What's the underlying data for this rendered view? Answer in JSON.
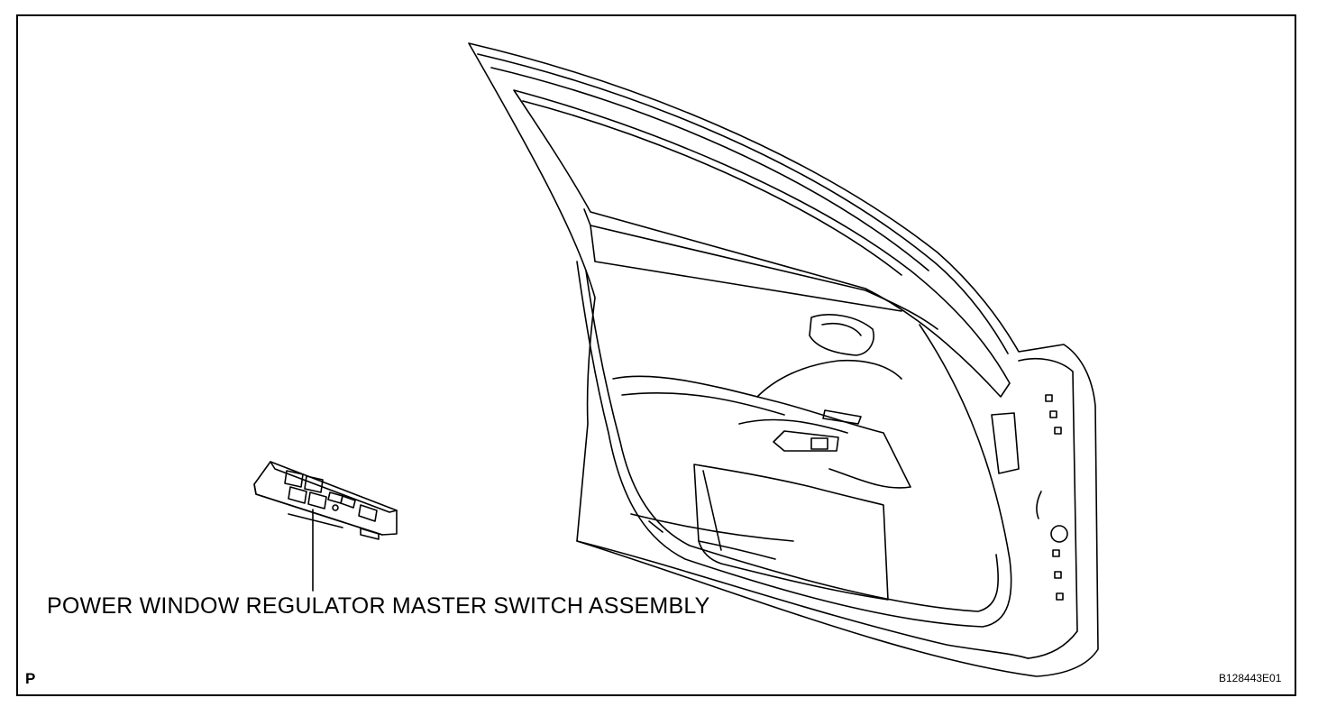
{
  "figure": {
    "callout_label": "POWER WINDOW REGULATOR MASTER SWITCH ASSEMBLY",
    "corner_code": "P",
    "figure_id": "B128443E01"
  },
  "colors": {
    "line": "#000000",
    "background": "#ffffff"
  }
}
